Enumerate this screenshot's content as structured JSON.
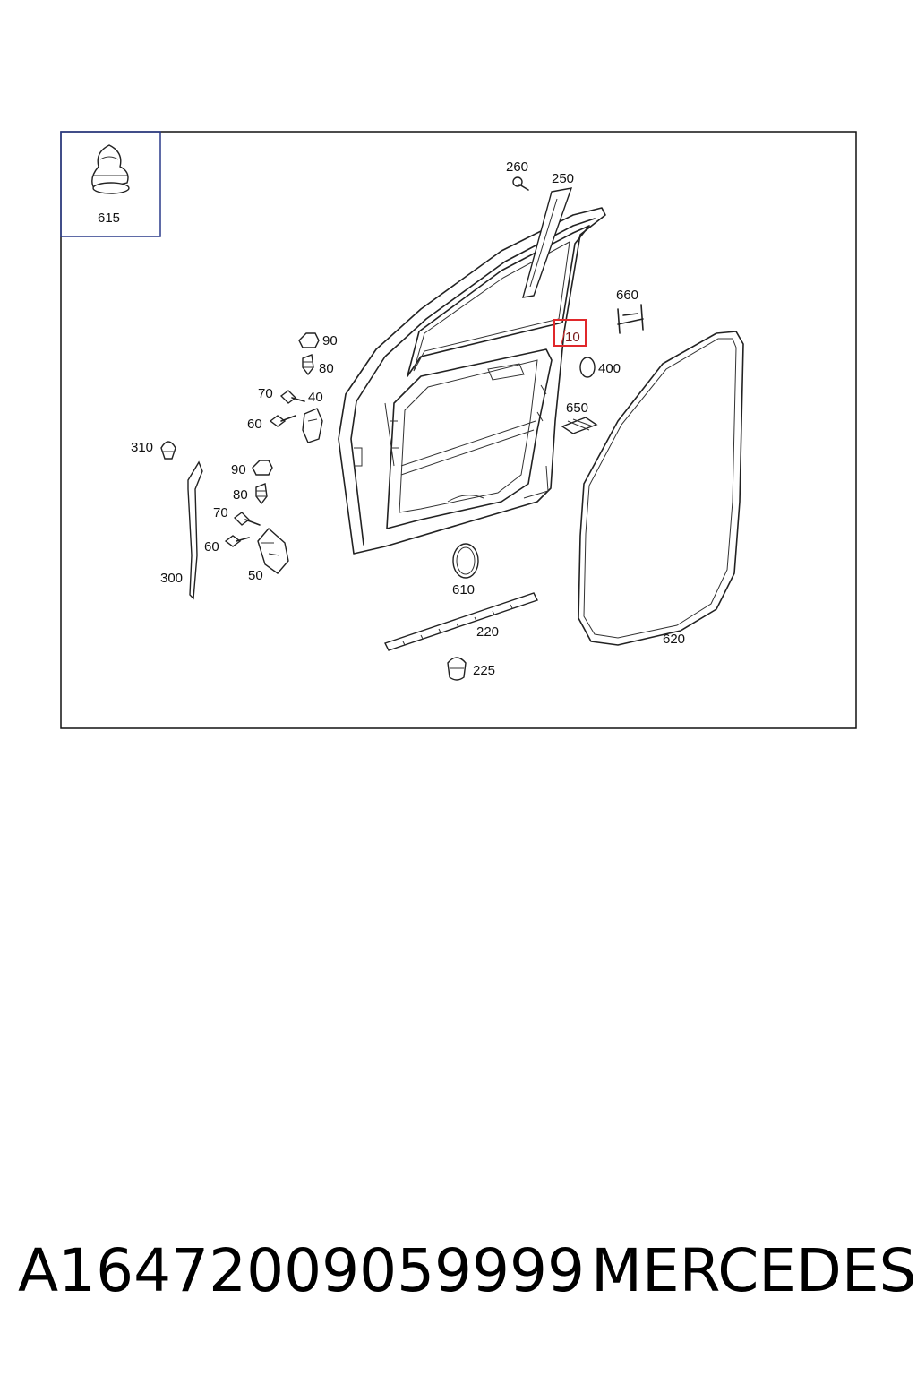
{
  "diagram": {
    "callouts": {
      "c615": "615",
      "c260": "260",
      "c250": "250",
      "c660": "660",
      "c10": "10",
      "c90a": "90",
      "c80a": "80",
      "c400": "400",
      "c70a": "70",
      "c40": "40",
      "c60a": "60",
      "c650": "650",
      "c310": "310",
      "c90b": "90",
      "c80b": "80",
      "c70b": "70",
      "c60b": "60",
      "c300": "300",
      "c50": "50",
      "c610": "610",
      "c220": "220",
      "c620": "620",
      "c225": "225"
    },
    "highlight_color": "#e0282b"
  },
  "footer": {
    "part_number": "A16472009059999",
    "brand": "MERCEDES"
  }
}
